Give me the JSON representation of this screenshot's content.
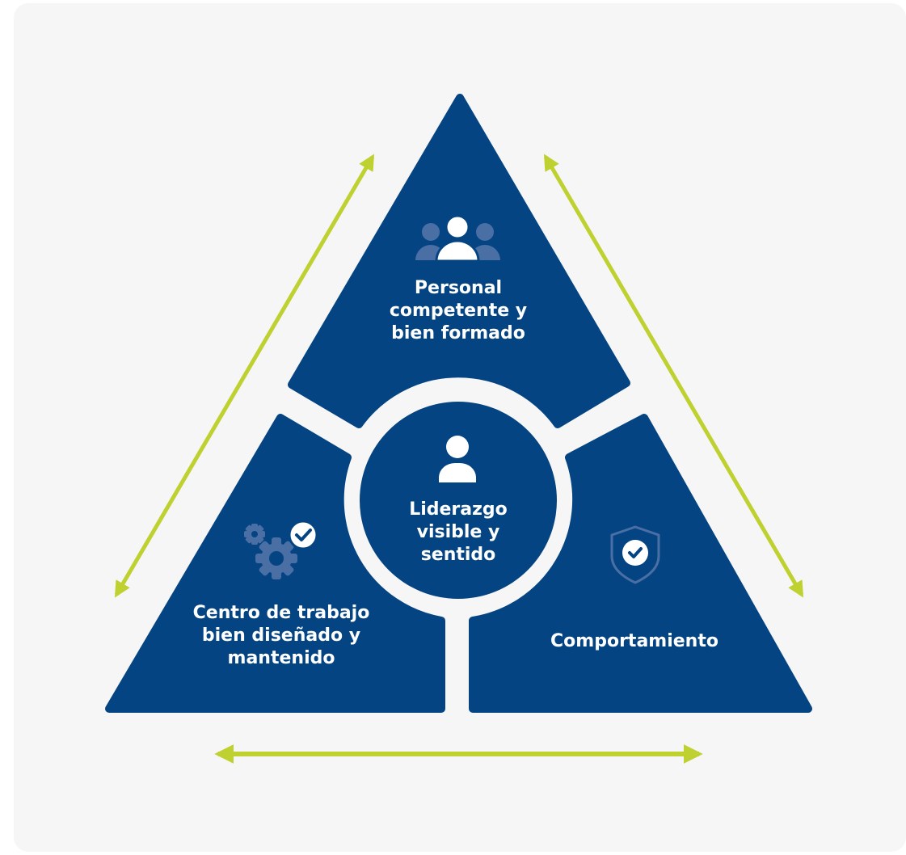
{
  "colors": {
    "background": "#f6f6f6",
    "segment": "#054482",
    "arrow": "#bfd130",
    "icon_muted": "#4a6fa5",
    "text": "#ffffff"
  },
  "center": {
    "lines": [
      "Liderazgo",
      "visible y",
      "sentido"
    ],
    "icon": "person-icon"
  },
  "segments": {
    "top": {
      "lines": [
        "Personal",
        "competente y",
        "bien formado"
      ],
      "icon": "group-icon"
    },
    "left": {
      "lines": [
        "Centro de trabajo",
        "bien diseñado y",
        "mantenido"
      ],
      "icon": "gears-check-icon"
    },
    "right": {
      "lines": [
        "Comportamiento"
      ],
      "icon": "shield-check-icon"
    }
  },
  "connectors": [
    {
      "name": "arrow-top-to-left",
      "from": "top",
      "to": "left"
    },
    {
      "name": "arrow-top-to-right",
      "from": "top",
      "to": "right"
    },
    {
      "name": "arrow-left-to-right",
      "from": "left",
      "to": "right"
    }
  ]
}
